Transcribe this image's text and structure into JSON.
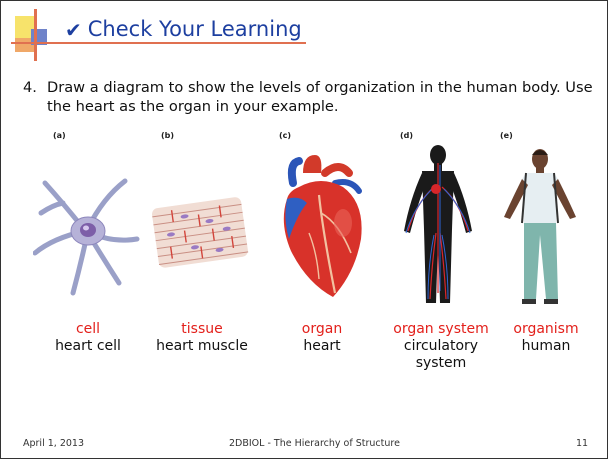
{
  "slide": {
    "check_mark": "✔",
    "title": "Check Your Learning",
    "question_number": "4.",
    "question_text": "Draw a diagram to show the levels of organization in the human body. Use the heart as the organ in your example."
  },
  "panels": [
    {
      "label": "(a)",
      "level": "cell",
      "example": "heart cell"
    },
    {
      "label": "(b)",
      "level": "tissue",
      "example": "heart muscle"
    },
    {
      "label": "(c)",
      "level": "organ",
      "example": "heart"
    },
    {
      "label": "(d)",
      "level": "organ system",
      "example": "circulatory system"
    },
    {
      "label": "(e)",
      "level": "organism",
      "example": "human"
    }
  ],
  "footer": {
    "date": "April 1, 2013",
    "course": "2DBIOL - The Hierarchy of Structure",
    "page": "11"
  },
  "colors": {
    "title_blue": "#1d3fa0",
    "level_red": "#e3201b",
    "accent_orange": "#e07050"
  }
}
